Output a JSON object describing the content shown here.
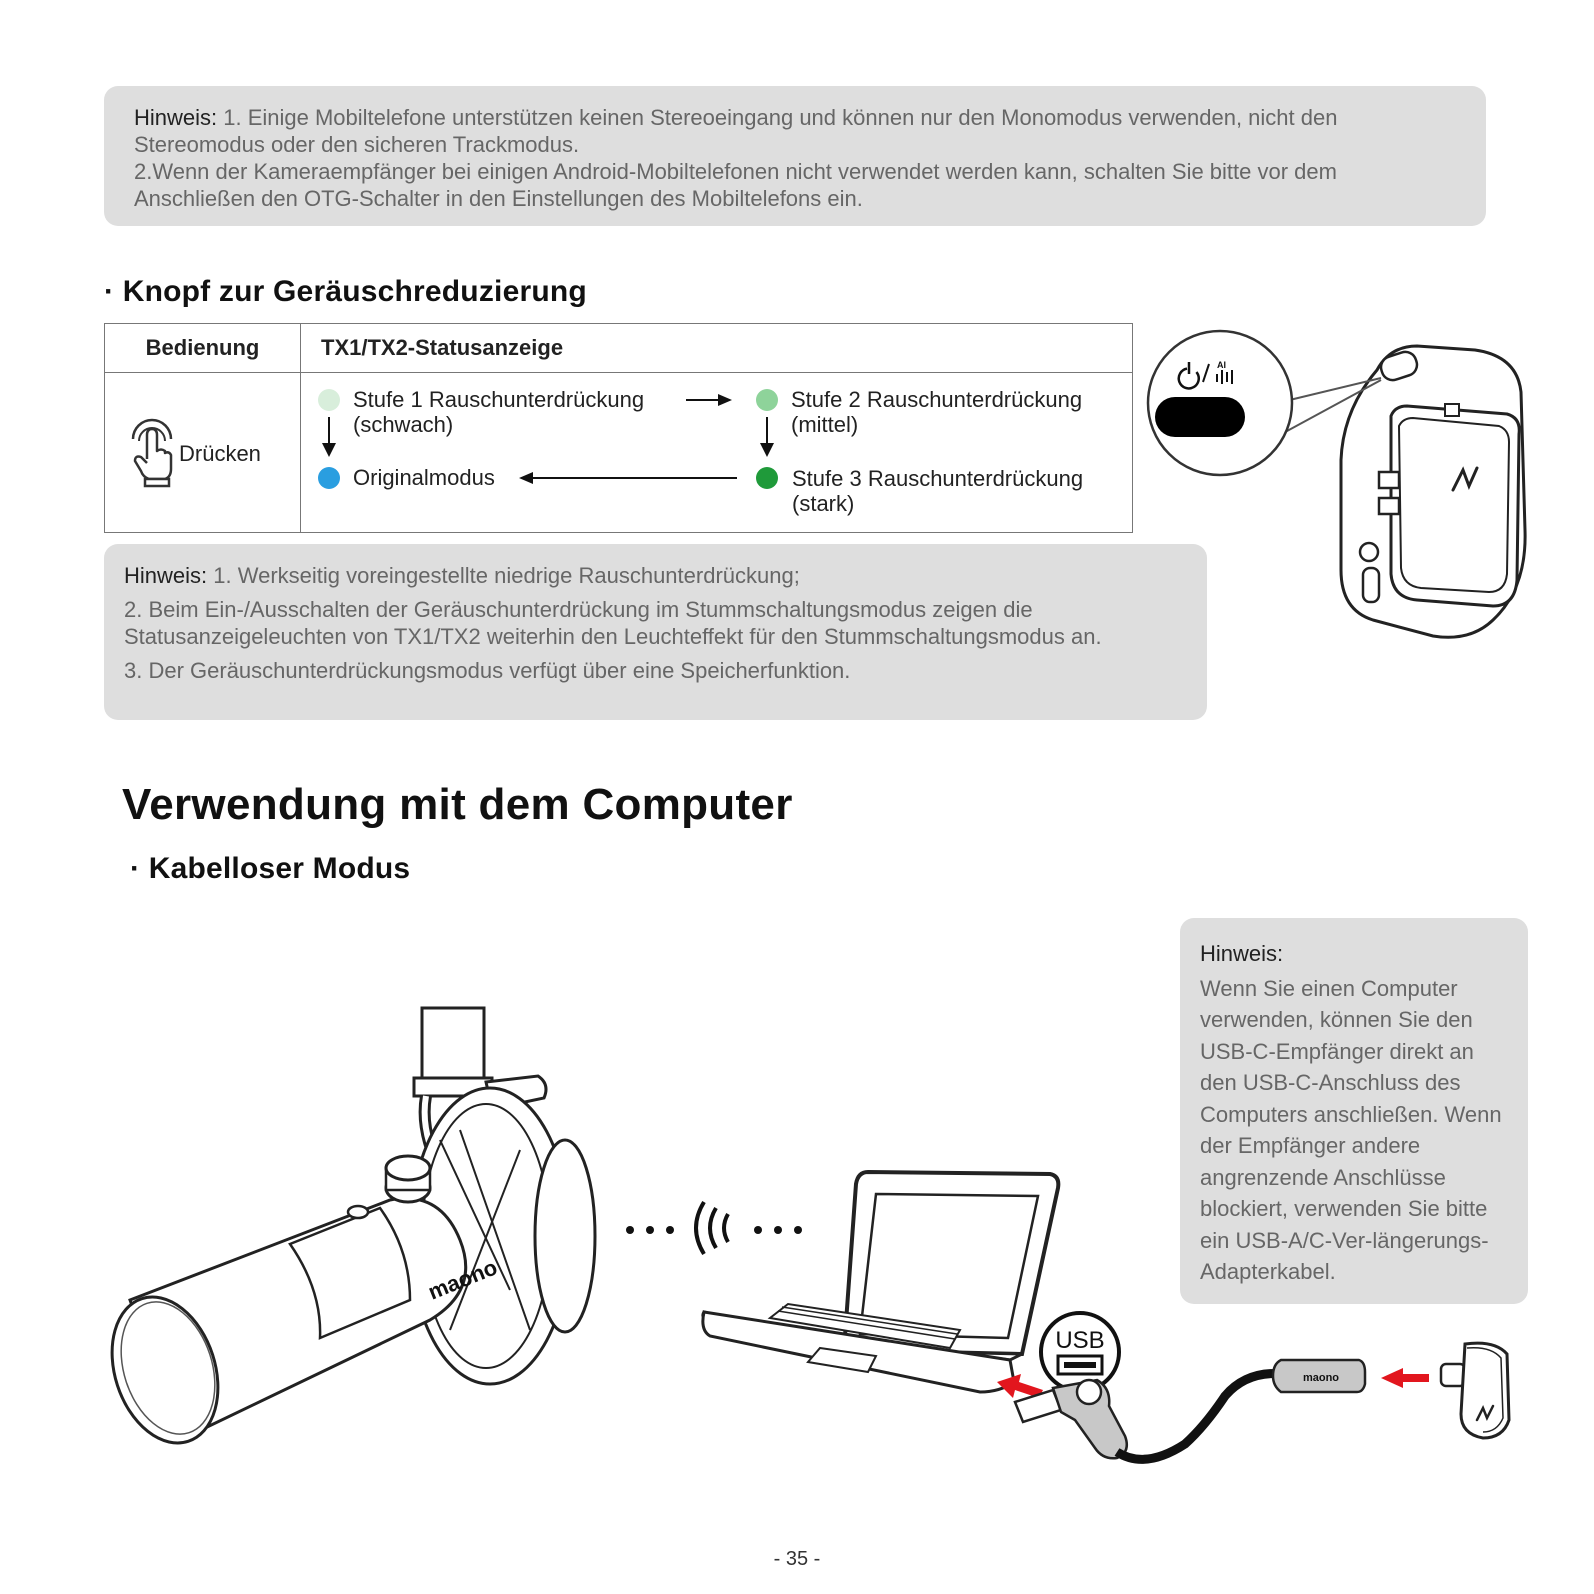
{
  "note_top": {
    "label": "Hinweis:",
    "line1": " 1. Einige Mobiltelefone unterstützen keinen Stereoeingang und können nur den Monomodus verwenden, nicht den Stereomodus oder den sicheren Trackmodus.",
    "line2": "2.Wenn der Kameraempfänger bei einigen Android-Mobiltelefonen nicht verwendet werden kann, schalten Sie bitte vor dem Anschließen den OTG-Schalter in den Einstellungen des Mobiltelefons ein."
  },
  "section_noise": {
    "heading": "· Knopf zur Geräuschreduzierung",
    "table": {
      "col1_header": "Bedienung",
      "col2_header": "TX1/TX2-Statusanzeige",
      "action": "Drücken",
      "states": {
        "level1_line1": "Stufe 1 Rauschunterdrückung",
        "level1_line2": "(schwach)",
        "level2_line1": "Stufe 2 Rauschunterdrückung",
        "level2_line2": "(mittel)",
        "original": "Originalmodus",
        "level3_line1": "Stufe 3 Rauschunterdrückung",
        "level3_line2": "(stark)"
      },
      "colors": {
        "level1": "#d8eedb",
        "level2": "#8ed39a",
        "level3": "#1f9a3a",
        "original": "#2a9ee0"
      }
    },
    "device_icon_label": "AI",
    "note": {
      "label": "Hinweis:",
      "item1": " 1. Werkseitig voreingestellte niedrige Rauschunterdrückung;",
      "item2": "2. Beim Ein-/Ausschalten der Geräuschunterdrückung im Stummschaltungsmodus zeigen die Statusanzeigeleuchten von TX1/TX2 weiterhin den Leuchteffekt für den Stummschaltungsmodus an.",
      "item3": "3. Der Geräuschunterdrückungsmodus verfügt über eine Speicherfunktion."
    }
  },
  "section_computer": {
    "title": "Verwendung mit dem Computer",
    "subheading": "· Kabelloser Modus",
    "mic_brand": "maono",
    "cable_brand": "maono",
    "usb_label": "USB",
    "note": {
      "label": "Hinweis:",
      "text": "Wenn Sie einen Computer verwenden, können Sie den USB-C-Empfänger direkt an den USB-C-Anschluss des Computers anschließen. Wenn der Empfänger andere angrenzende Anschlüsse blockiert, verwenden Sie bitte ein USB-A/C-Ver-längerungs-Adapterkabel."
    }
  },
  "page_number": "- 35 -"
}
